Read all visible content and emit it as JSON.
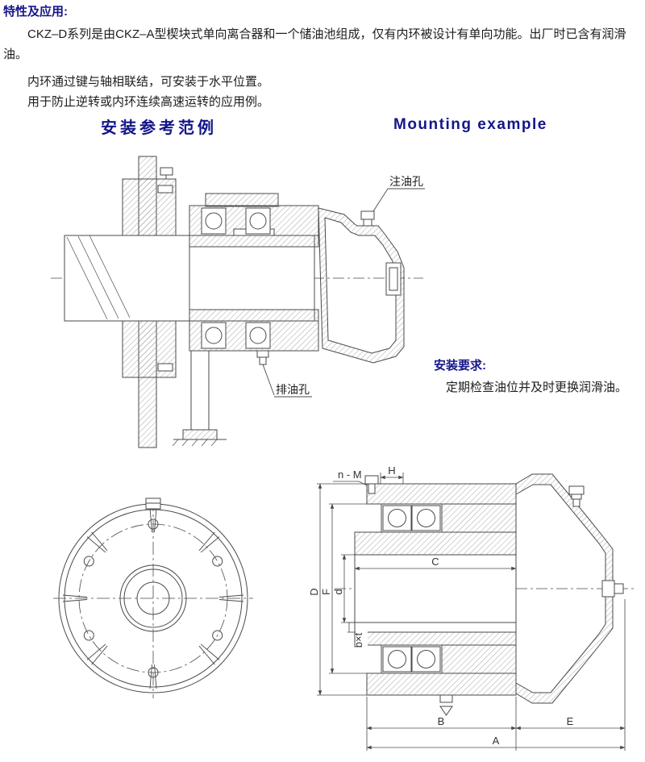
{
  "intro": {
    "heading": "特性及应用:",
    "para1": "CKZ–D系列是由CKZ–A型楔块式单向离合器和一个储油池组成，仅有内环被设计有单向功能。出厂时已含有润滑油。",
    "para2": "内环通过键与轴相联结，可安装于水平位置。",
    "para3": "用于防止逆转或内环连续高速运转的应用例。"
  },
  "section_titles": {
    "zh": "安装参考范例",
    "en": "Mounting example"
  },
  "mounting_labels": {
    "oil_fill": "注油孔",
    "oil_drain": "排油孔"
  },
  "requirements": {
    "heading": "安装要求:",
    "text": "定期检查油位并及时更换润滑油。"
  },
  "dim_labels": {
    "nm": "n - M",
    "h": "H",
    "c": "C",
    "dcap": "D",
    "f": "F",
    "dsm": "d",
    "bxt": "b×t",
    "b": "B",
    "e": "E",
    "a": "A"
  },
  "colors": {
    "heading_blue": "#15158a",
    "body_text": "#1d1d1d",
    "drawing_line": "#4a4a4a"
  }
}
